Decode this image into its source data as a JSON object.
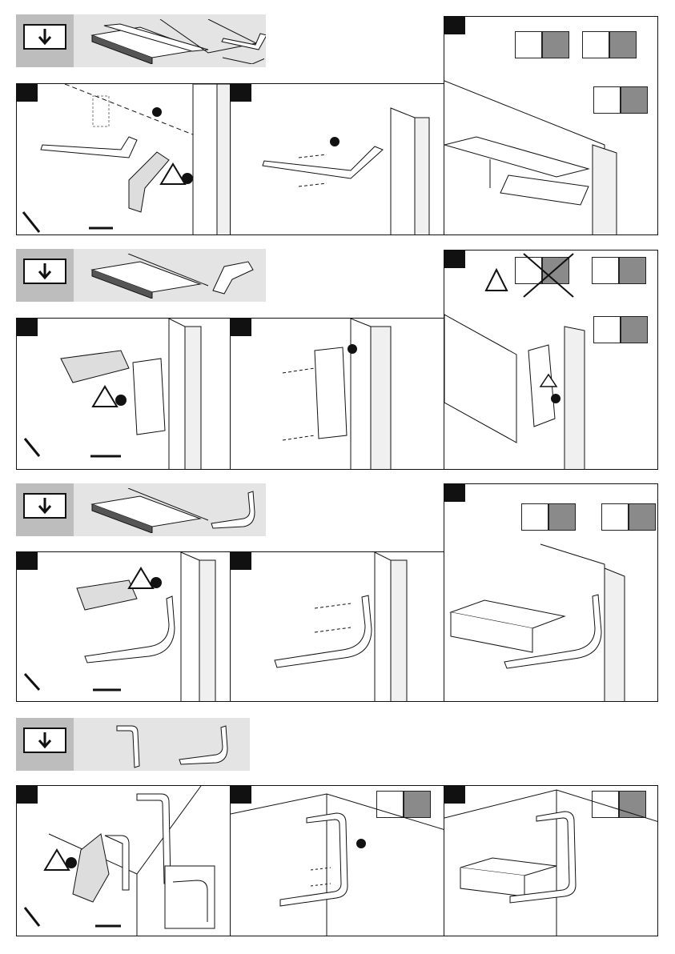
{
  "document": {
    "type": "assembly instructions",
    "sections": [
      {
        "id": "wall-bracket",
        "steps": 3
      },
      {
        "id": "wall-u-channel",
        "steps": 3
      },
      {
        "id": "wall-l-bracket",
        "steps": 3
      },
      {
        "id": "corner-bracket",
        "steps": 3
      }
    ]
  },
  "icons": {
    "download": "down-arrow-icon",
    "warning": "warning-triangle-icon",
    "drill": "drill-icon",
    "screwdriver": "screwdriver-icon",
    "wrench": "wrench-icon",
    "bolt": "bolt-icon",
    "anchor": "wall-anchor-icon"
  },
  "colors": {
    "ink": "#111111",
    "header_bg": "#e4e4e4",
    "header_dark": "#bdbdbd",
    "tool_grey": "#8a8a8a"
  }
}
